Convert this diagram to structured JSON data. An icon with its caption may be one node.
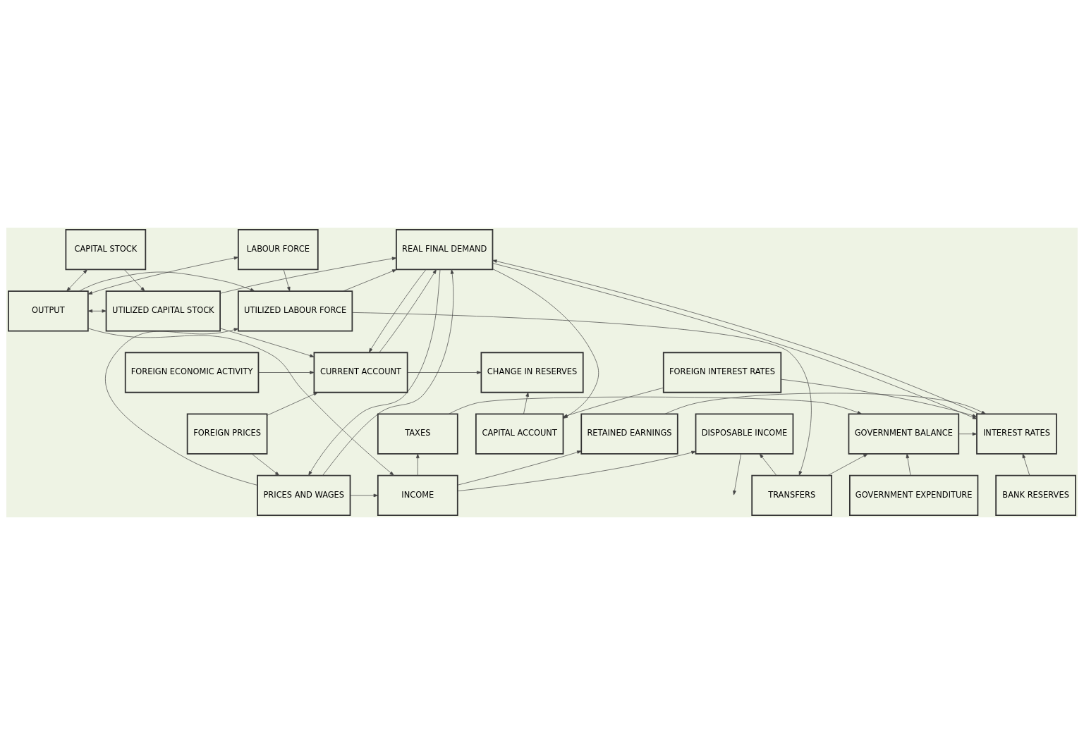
{
  "diagram": {
    "nodes": [
      {
        "text": [
          "LABOUR FORCE"
        ]
      },
      {
        "text": [
          "REAL FINAL DEMAND"
        ]
      },
      {
        "text": [
          "CAPITAL STOCK"
        ]
      },
      {
        "text": [
          "UTILIZED LABOUR FORCE"
        ]
      },
      {
        "text": [
          "OUTPUT"
        ]
      },
      {
        "text": [
          "UTILIZED CAPITAL STOCK"
        ]
      },
      {
        "text": [
          "BANK RESERVES"
        ]
      },
      {
        "text": [
          "GOVERNMENT EXPENDITURE"
        ]
      },
      {
        "text": [
          "TRANSFERS"
        ]
      },
      {
        "text": [
          "INCOME"
        ]
      },
      {
        "text": [
          "PRICES AND WAGES"
        ]
      },
      {
        "text": [
          "INTEREST RATES"
        ]
      },
      {
        "text": [
          "GOVERNMENT BALANCE"
        ]
      },
      {
        "text": [
          "TAXES"
        ]
      },
      {
        "text": [
          "DISPOSABLE INCOME"
        ]
      },
      {
        "text": [
          "RETAINED EARNINGS"
        ]
      },
      {
        "text": [
          "FOREIGN PRICES"
        ]
      },
      {
        "text": [
          "FOREIGN INTEREST RATES"
        ]
      },
      {
        "text": [
          "FOREIGN ECONOMIC ACTIVITY"
        ]
      },
      {
        "text": [
          "CHANGE IN RESERVES"
        ]
      },
      {
        "text": [
          "CURRENT ACCOUNT"
        ]
      },
      {
        "text": [
          "CAPITAL ACCOUNT"
        ]
      }
    ],
    "edges": [
      {
        "from": 0,
        "to": 3,
        "arrow": "to"
      },
      {
        "from": 0,
        "to": 4,
        "arrow": "both"
      },
      {
        "from": 4,
        "to": 3,
        "arrow": "to"
      },
      {
        "from": 4,
        "to": 2,
        "arrow": "both"
      },
      {
        "from": 4,
        "to": 5,
        "arrow": "both"
      },
      {
        "from": 2,
        "to": 5,
        "arrow": "to"
      },
      {
        "from": 4,
        "to": 9,
        "arrow": "to"
      },
      {
        "from": 10,
        "to": 3,
        "arrow": "to"
      },
      {
        "from": 10,
        "to": 9,
        "arrow": "to"
      },
      {
        "from": 3,
        "to": 8,
        "arrow": "to"
      },
      {
        "from": 3,
        "to": 1,
        "arrow": "to"
      },
      {
        "from": 11,
        "to": 1,
        "arrow": "to"
      },
      {
        "from": 1,
        "to": 11,
        "arrow": "to"
      },
      {
        "from": 5,
        "to": 1,
        "arrow": "to"
      },
      {
        "from": 10,
        "to": 1,
        "arrow": "to"
      },
      {
        "from": 20,
        "to": 1,
        "arrow": "to"
      },
      {
        "from": 1,
        "to": 10,
        "arrow": "to"
      },
      {
        "from": 1,
        "to": 20,
        "arrow": "to"
      },
      {
        "from": 1,
        "to": 21,
        "arrow": "to"
      },
      {
        "from": 16,
        "to": 10,
        "arrow": "to"
      },
      {
        "from": 16,
        "to": 20,
        "arrow": "to"
      },
      {
        "from": 5,
        "to": 20,
        "arrow": "to"
      },
      {
        "from": 9,
        "to": 14,
        "arrow": "to"
      },
      {
        "from": 9,
        "to": 15,
        "arrow": "to"
      },
      {
        "from": 9,
        "to": 13,
        "arrow": "to"
      },
      {
        "from": 8,
        "to": 12,
        "arrow": "to"
      },
      {
        "from": 8,
        "to": 14,
        "arrow": "to"
      },
      {
        "from": 13,
        "to": 12,
        "arrow": "to"
      },
      {
        "from": 7,
        "to": 12,
        "arrow": "to"
      },
      {
        "from": 12,
        "to": 11,
        "arrow": "to"
      },
      {
        "from": 6,
        "to": 11,
        "arrow": "to"
      },
      {
        "from": 17,
        "to": 11,
        "arrow": "to"
      },
      {
        "from": 15,
        "to": 11,
        "arrow": "to"
      },
      {
        "from": 18,
        "to": 20,
        "arrow": "to"
      },
      {
        "from": 17,
        "to": 21,
        "arrow": "to"
      },
      {
        "from": 20,
        "to": 19,
        "arrow": "to"
      },
      {
        "from": 21,
        "to": 19,
        "arrow": "to"
      },
      {
        "from": 14,
        "to": null,
        "arrow": "to"
      }
    ]
  }
}
